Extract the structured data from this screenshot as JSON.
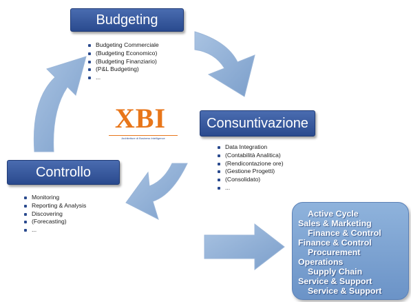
{
  "budgeting": {
    "title": "Budgeting",
    "items": [
      "Budgeting Commerciale",
      "(Budgeting Economico)",
      "(Budgeting Finanziario)",
      "(P&L Budgeting)",
      "..."
    ]
  },
  "consuntivazione": {
    "title": "Consuntivazione",
    "items": [
      "Data Integration",
      "(Contabilità Analitica)",
      "(Rendicontazione ore)",
      "(Gestione Progetti)",
      "(Consolidato)",
      "..."
    ]
  },
  "controllo": {
    "title": "Controllo",
    "items": [
      "Monitoring",
      "Reporting & Analysis",
      "Discovering",
      "(Forecasting)",
      "..."
    ]
  },
  "logo": {
    "text": "XBI",
    "caption": "Architetture di Business Intelligence"
  },
  "process_panel": {
    "lines": [
      "Active Cycle",
      "Sales & Marketing",
      "Finance & Control",
      "Finance & Control",
      "Procurement",
      "Operations",
      "Supply Chain",
      "Service & Support",
      "Service & Support"
    ]
  },
  "colors": {
    "box_blue": "#2a4a8e",
    "arrow_blue": "#8fb0d6",
    "panel_blue": "#7ea3d2",
    "logo_orange": "#e8761a"
  }
}
